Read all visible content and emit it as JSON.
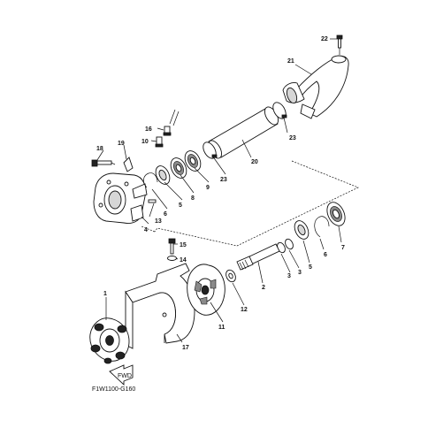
{
  "diagram": {
    "drawing_code": "F1W1100-G160",
    "arrow_text": "FWD",
    "labels": {
      "p1": "1",
      "p2": "2",
      "p3a": "3",
      "p3b": "3",
      "p4": "4",
      "p5a": "5",
      "p5b": "5",
      "p6a": "6",
      "p6b": "6",
      "p7": "7",
      "p8": "8",
      "p9": "9",
      "p10": "10",
      "p11": "11",
      "p12": "12",
      "p13": "13",
      "p14": "14",
      "p15": "15",
      "p16": "16",
      "p17": "17",
      "p18": "18",
      "p19": "19",
      "p20": "20",
      "p21": "21",
      "p22": "22",
      "p23a": "23",
      "p23b": "23"
    }
  }
}
